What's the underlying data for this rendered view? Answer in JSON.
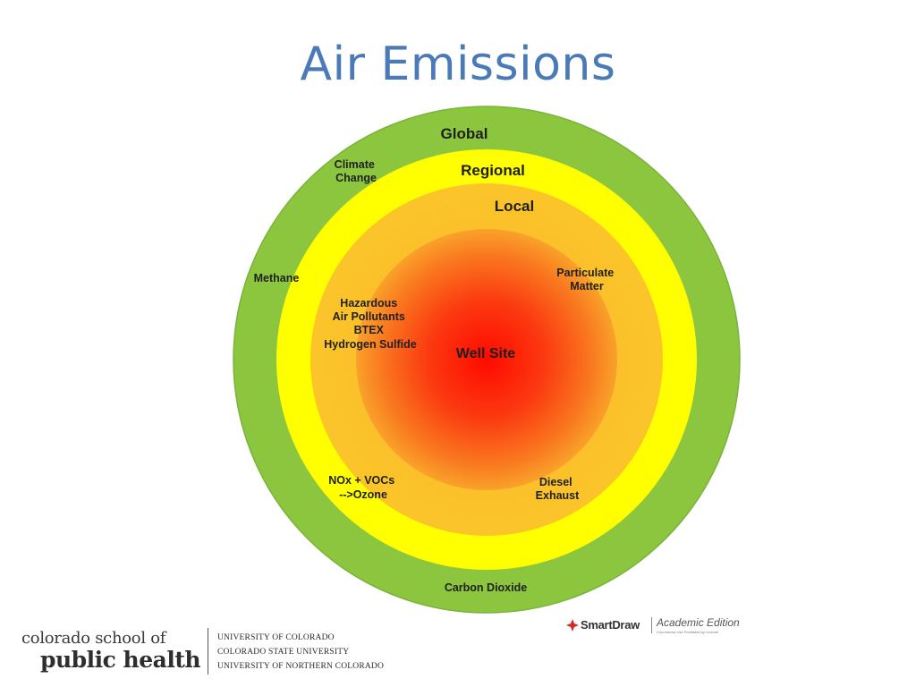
{
  "slide": {
    "title": "Air Emissions"
  },
  "diagram": {
    "rings": [
      {
        "name": "Global",
        "color": "#8cc63f"
      },
      {
        "name": "Regional",
        "color": "#ffff00"
      },
      {
        "name": "Local",
        "color": "#f9a825"
      },
      {
        "name": "Well Site",
        "color": "#ff1a00"
      }
    ],
    "ring_labels": {
      "global": "Global",
      "regional": "Regional",
      "local": "Local",
      "center": "Well Site"
    },
    "items": {
      "climate_change": [
        "Climate",
        "Change"
      ],
      "methane": "Methane",
      "hazardous": [
        "Hazardous",
        "Air Pollutants",
        "BTEX",
        "Hydrogen Sulfide"
      ],
      "particulate": [
        "Particulate",
        "Matter"
      ],
      "nox": [
        "NOx + VOCs",
        "-->Ozone"
      ],
      "diesel": [
        "Diesel",
        "Exhaust"
      ],
      "carbon_dioxide": "Carbon Dioxide"
    }
  },
  "footer": {
    "logo_line1": "colorado school of",
    "logo_line2": "public health",
    "universities": [
      "UNIVERSITY OF COLORADO",
      "COLORADO STATE UNIVERSITY",
      "UNIVERSITY OF NORTHERN COLORADO"
    ],
    "smartdraw_brand": "SmartDraw",
    "smartdraw_edition": "Academic Edition",
    "smartdraw_fine_print": "Commercial Use Prohibited by License"
  }
}
